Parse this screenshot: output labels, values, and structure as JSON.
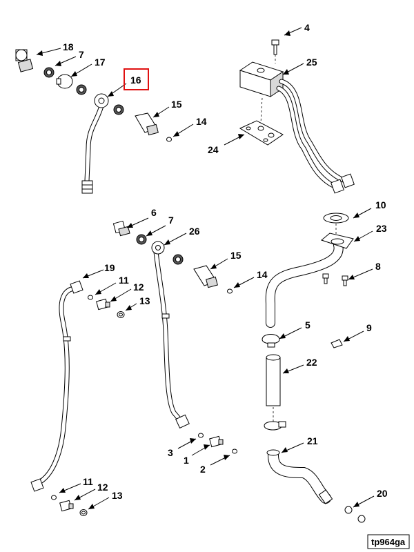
{
  "diagram": {
    "reference_id": "tp964ga",
    "highlight_color": "#e01010",
    "callouts": [
      {
        "key": "c18",
        "text": "18"
      },
      {
        "key": "c7a",
        "text": "7"
      },
      {
        "key": "c17",
        "text": "17"
      },
      {
        "key": "c16",
        "text": "16",
        "highlighted": true
      },
      {
        "key": "c15a",
        "text": "15"
      },
      {
        "key": "c14a",
        "text": "14"
      },
      {
        "key": "c4",
        "text": "4"
      },
      {
        "key": "c25",
        "text": "25"
      },
      {
        "key": "c24",
        "text": "24"
      },
      {
        "key": "c10",
        "text": "10"
      },
      {
        "key": "c23",
        "text": "23"
      },
      {
        "key": "c8",
        "text": "8"
      },
      {
        "key": "c6",
        "text": "6"
      },
      {
        "key": "c7b",
        "text": "7"
      },
      {
        "key": "c26",
        "text": "26"
      },
      {
        "key": "c15b",
        "text": "15"
      },
      {
        "key": "c14b",
        "text": "14"
      },
      {
        "key": "c19",
        "text": "19"
      },
      {
        "key": "c11a",
        "text": "11"
      },
      {
        "key": "c12a",
        "text": "12"
      },
      {
        "key": "c13a",
        "text": "13"
      },
      {
        "key": "c5",
        "text": "5"
      },
      {
        "key": "c9",
        "text": "9"
      },
      {
        "key": "c22",
        "text": "22"
      },
      {
        "key": "c3",
        "text": "3"
      },
      {
        "key": "c1",
        "text": "1"
      },
      {
        "key": "c2",
        "text": "2"
      },
      {
        "key": "c21",
        "text": "21"
      },
      {
        "key": "c11b",
        "text": "11"
      },
      {
        "key": "c12b",
        "text": "12"
      },
      {
        "key": "c13b",
        "text": "13"
      },
      {
        "key": "c20",
        "text": "20"
      }
    ]
  }
}
